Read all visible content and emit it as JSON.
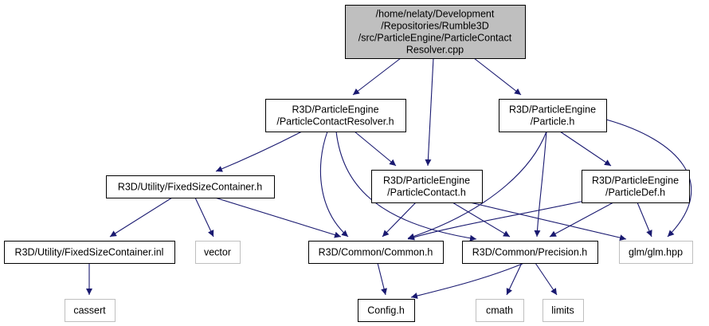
{
  "colors": {
    "edge": "#191970",
    "root_fill": "#bfbfbf",
    "node_border": "#000000",
    "system_border": "#bfbfbf",
    "background": "#ffffff"
  },
  "nodes": [
    {
      "id": "root",
      "kind": "root",
      "lines": [
        "/home/nelaty/Development",
        "/Repositories/Rumble3D",
        "/src/ParticleEngine/ParticleContact",
        "Resolver.cpp"
      ]
    },
    {
      "id": "pcr_h",
      "kind": "local",
      "lines": [
        "R3D/ParticleEngine",
        "/ParticleContactResolver.h"
      ]
    },
    {
      "id": "particle_h",
      "kind": "local",
      "lines": [
        "R3D/ParticleEngine",
        "/Particle.h"
      ]
    },
    {
      "id": "fsc_h",
      "kind": "local",
      "lines": [
        "R3D/Utility/FixedSizeContainer.h"
      ]
    },
    {
      "id": "pc_h",
      "kind": "local",
      "lines": [
        "R3D/ParticleEngine",
        "/ParticleContact.h"
      ]
    },
    {
      "id": "pdef_h",
      "kind": "local",
      "lines": [
        "R3D/ParticleEngine",
        "/ParticleDef.h"
      ]
    },
    {
      "id": "fsc_inl",
      "kind": "local",
      "lines": [
        "R3D/Utility/FixedSizeContainer.inl"
      ]
    },
    {
      "id": "vector",
      "kind": "system",
      "lines": [
        "vector"
      ]
    },
    {
      "id": "common_h",
      "kind": "local",
      "lines": [
        "R3D/Common/Common.h"
      ]
    },
    {
      "id": "precision_h",
      "kind": "local",
      "lines": [
        "R3D/Common/Precision.h"
      ]
    },
    {
      "id": "glm_hpp",
      "kind": "system",
      "lines": [
        "glm/glm.hpp"
      ]
    },
    {
      "id": "cassert",
      "kind": "system",
      "lines": [
        "cassert"
      ]
    },
    {
      "id": "config_h",
      "kind": "local",
      "lines": [
        "Config.h"
      ]
    },
    {
      "id": "cmath",
      "kind": "system",
      "lines": [
        "cmath"
      ]
    },
    {
      "id": "limits",
      "kind": "system",
      "lines": [
        "limits"
      ]
    }
  ],
  "edges": [
    {
      "from": "root",
      "to": "pcr_h"
    },
    {
      "from": "root",
      "to": "pc_h"
    },
    {
      "from": "root",
      "to": "particle_h"
    },
    {
      "from": "pcr_h",
      "to": "fsc_h"
    },
    {
      "from": "pcr_h",
      "to": "common_h"
    },
    {
      "from": "pcr_h",
      "to": "pc_h"
    },
    {
      "from": "pcr_h",
      "to": "precision_h"
    },
    {
      "from": "particle_h",
      "to": "common_h"
    },
    {
      "from": "particle_h",
      "to": "precision_h"
    },
    {
      "from": "particle_h",
      "to": "pdef_h"
    },
    {
      "from": "particle_h",
      "to": "glm_hpp"
    },
    {
      "from": "fsc_h",
      "to": "fsc_inl"
    },
    {
      "from": "fsc_h",
      "to": "vector"
    },
    {
      "from": "fsc_h",
      "to": "common_h"
    },
    {
      "from": "pc_h",
      "to": "common_h"
    },
    {
      "from": "pc_h",
      "to": "precision_h"
    },
    {
      "from": "pc_h",
      "to": "glm_hpp"
    },
    {
      "from": "pdef_h",
      "to": "common_h"
    },
    {
      "from": "pdef_h",
      "to": "precision_h"
    },
    {
      "from": "pdef_h",
      "to": "glm_hpp"
    },
    {
      "from": "fsc_inl",
      "to": "cassert"
    },
    {
      "from": "common_h",
      "to": "config_h"
    },
    {
      "from": "precision_h",
      "to": "config_h"
    },
    {
      "from": "precision_h",
      "to": "cmath"
    },
    {
      "from": "precision_h",
      "to": "limits"
    }
  ]
}
